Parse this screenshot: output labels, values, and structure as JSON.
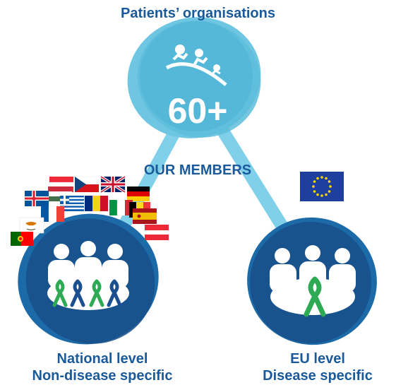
{
  "header": {
    "title": "Patients’ organisations"
  },
  "hub": {
    "count": "60+",
    "subtitle": "OUR MEMBERS"
  },
  "nodes": {
    "national": {
      "line1": "National level",
      "line2": "Non-disease specific"
    },
    "eu": {
      "line1": "EU level",
      "line2": "Disease specific"
    }
  },
  "colors": {
    "dark_blue": "#1a5a9a",
    "light_blue": "#7fd0e8",
    "ribbon_green": "#2eaa55",
    "ribbon_blue": "#1b4f8f"
  },
  "icons": [
    "people-icon",
    "green-ribbon-icon",
    "blue-ribbon-icon",
    "eu-flag-icon"
  ]
}
